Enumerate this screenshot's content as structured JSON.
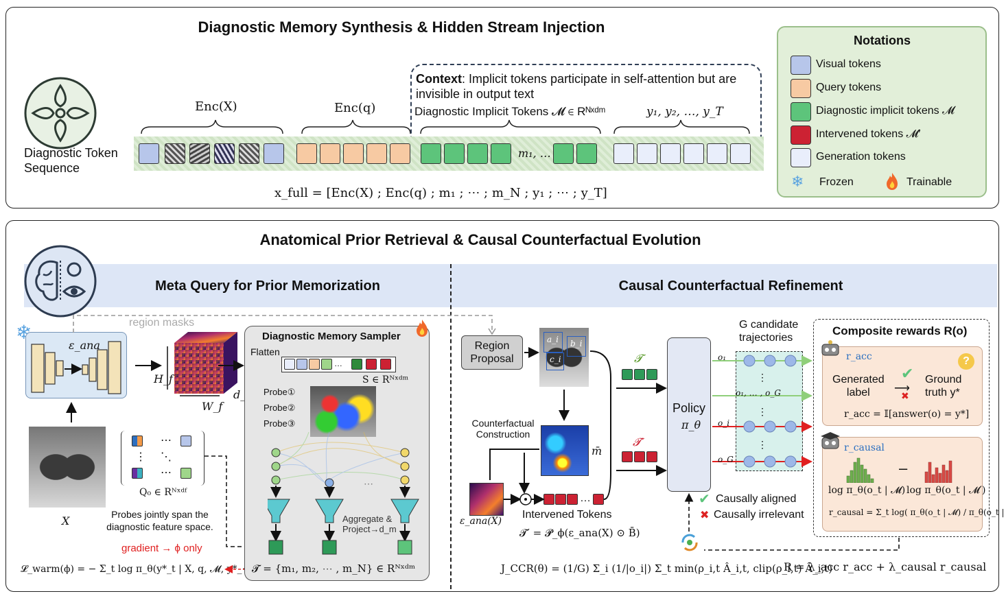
{
  "top": {
    "title": "Diagnostic Memory Synthesis & Hidden Stream Injection",
    "seq_label": "Diagnostic Token\nSequence",
    "enc_x": "Enc(X)",
    "enc_q": "Enc(q)",
    "context_bold": "Context",
    "context_text": ": Implicit tokens participate in self-attention but are invisible in output text",
    "implicit_label": "Diagnostic Implicit Tokens 𝓜 ∈ Rᴺˣᵈᵐ",
    "y_label": "y₁, y₂, …, y_T",
    "m_label": "m₁, …",
    "formula": "x_full = [Enc(X) ; Enc(q) ; m₁ ; ⋯ ; m_N ; y₁ ; ⋯ ; y_T]"
  },
  "notations": {
    "title": "Notations",
    "items": [
      {
        "label": "Visual tokens",
        "color": "#b7c6ea"
      },
      {
        "label": "Query tokens",
        "color": "#f7caa3"
      },
      {
        "label": "Diagnostic implicit tokens 𝓜",
        "color": "#5dc47b"
      },
      {
        "label": "Intervened tokens 𝓜′",
        "color": "#cc2233"
      },
      {
        "label": "Generation tokens",
        "color": "#e9eefb"
      }
    ],
    "frozen": "Frozen",
    "trainable": "Trainable"
  },
  "bottom": {
    "title": "Anatomical Prior Retrieval & Causal Counterfactual Evolution",
    "left_sub": "Meta Query for Prior Memorization",
    "right_sub": "Causal Counterfactual Refinement",
    "region_masks": "region masks",
    "e_ana": "ε_ana",
    "hf": "H_f",
    "wf": "W_f",
    "df": "d_f",
    "sampler_title": "Diagnostic Memory Sampler",
    "flatten": "Flatten",
    "s_label": "S ∈ Rᴺˣᵈᵐ",
    "probe1": "Probe①",
    "probe2": "Probe②",
    "probe3": "Probe③",
    "aggregate": "Aggregate &\nProject→d_m",
    "q0": "Q₀ ∈ Rᴺˣᵈᶠ",
    "probes_note": "Probes jointly span the\ndiagnostic feature space.",
    "x_label": "X",
    "gradient": "gradient → ϕ only",
    "warm": "𝓛_warm(ϕ) = − Σ_t log π_θ(y*_t | X, q, 𝓜, y*_<t)",
    "t_set": "𝓣 = {m₁, m₂, ⋯ , m_N} ∈ Rᴺˣᵈᵐ",
    "region_proposal": "Region\nProposal",
    "cf_construction": "Counterfactual\nConstruction",
    "m_bar": "m̄",
    "e_ana_x": "ε_ana(X)",
    "intervened": "Intervened Tokens",
    "t_prime_formula": "𝓣′ = 𝓟_ϕ(ε_ana(X) ⊙ B̄)",
    "t_sym": "𝓣",
    "t_prime_sym": "𝓣′",
    "policy": "Policy",
    "pi_theta": "π_θ",
    "g_candidates": "G candidate\ntrajectories",
    "o1": "o₁",
    "o1g": "o₁, … , o_G",
    "oi": "o_i",
    "og": "o_G",
    "aligned": "Causally aligned",
    "irrelevant": "Causally irrelevant",
    "jccr": "J_CCR(θ) = (1/G) Σ_i (1/|o_i|) Σ_t min(ρ_i,t Â_i,t, clip(ρ_i,t) Â_i,t)",
    "r_total": "R = λ_acc r_acc + λ_causal r_causal",
    "rewards_title": "Composite rewards R(o)",
    "r_acc": "r_acc",
    "generated": "Generated\nlabel",
    "ground": "Ground\ntruth y*",
    "r_acc_formula": "r_acc = 𝕀[answer(o) = y*]",
    "r_causal": "r_causal",
    "log_m": "log π_θ(o_t | 𝓜)",
    "log_mp": "log π_θ(o_t | 𝓜′)",
    "r_causal_formula": "r_causal = Σ_t log( π_θ(o_t | 𝓜) / π_θ(o_t | 𝓜′) )",
    "chip_a": "a_i",
    "chip_b": "b_i",
    "chip_c": "c_i"
  }
}
